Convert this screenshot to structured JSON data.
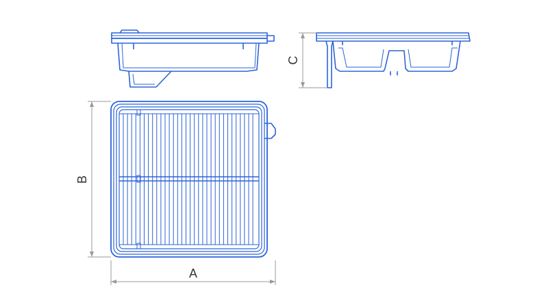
{
  "colors": {
    "outline": "#2b63d9",
    "dimension": "#9a9a9a",
    "label": "#333333",
    "background": "#ffffff"
  },
  "dimensions": {
    "a_label": "A",
    "b_label": "B",
    "c_label": "C"
  },
  "views": {
    "front": "front-elevation",
    "side": "side-elevation",
    "top": "top-plan"
  }
}
